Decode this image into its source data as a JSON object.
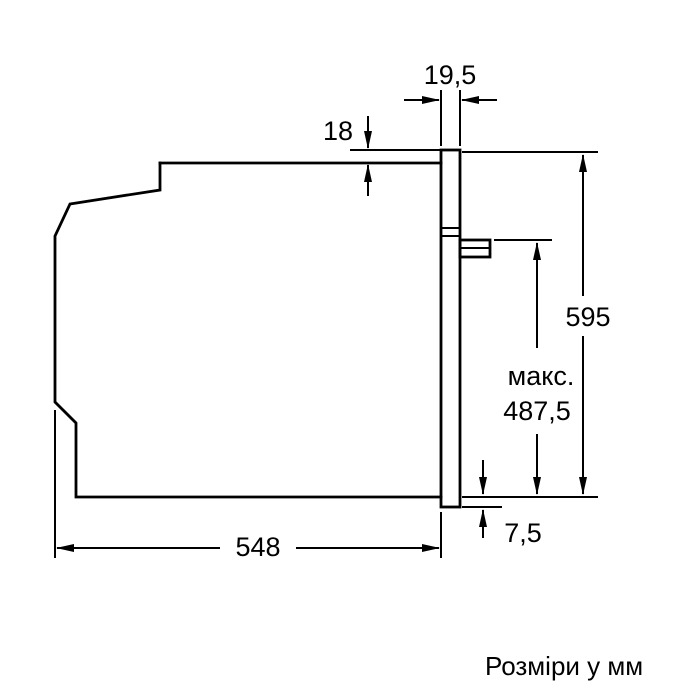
{
  "diagram": {
    "caption": "Розміри у мм",
    "labels": {
      "frame_depth": "19,5",
      "top_gap": "18",
      "height": "595",
      "max_prefix": "макс.",
      "max_value": "487,5",
      "bottom_lip": "7,5",
      "depth": "548"
    }
  }
}
